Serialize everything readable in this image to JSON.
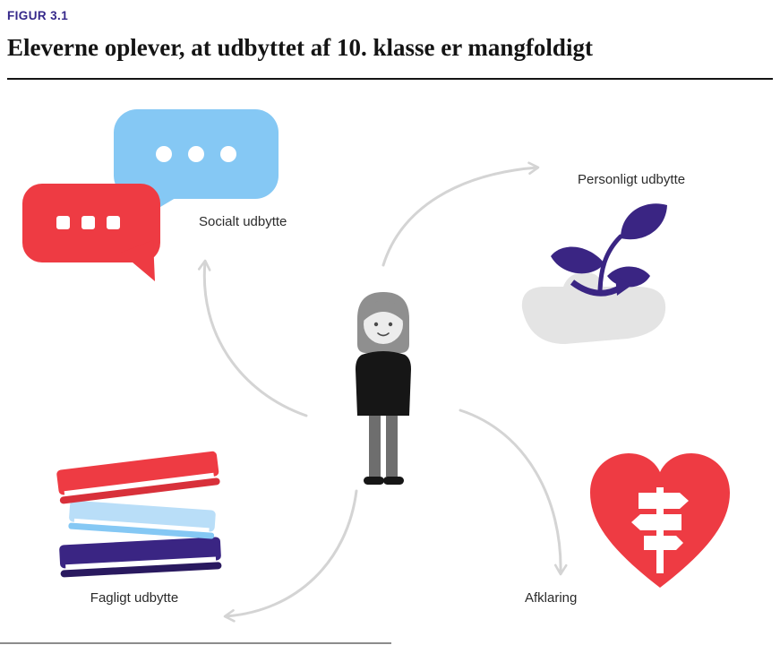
{
  "header": {
    "figure_label": "FIGUR 3.1",
    "title": "Eleverne oplever, at udbyttet af 10. klasse er mangfoldigt"
  },
  "diagram": {
    "center_icon": "person-icon",
    "nodes": {
      "social": {
        "label": "Socialt udbytte",
        "icon": "speech-bubbles-icon"
      },
      "personligt": {
        "label": "Personligt udbytte",
        "icon": "hand-holding-plant-icon"
      },
      "fagligt": {
        "label": "Fagligt udbytte",
        "icon": "book-stack-icon"
      },
      "afklaring": {
        "label": "Afklaring",
        "icon": "heart-signpost-icon"
      }
    }
  },
  "colors": {
    "accent_purple": "#35288a",
    "red": "#ee3b43",
    "red_dark": "#d8303a",
    "light_blue": "#85c8f4",
    "pale_blue": "#b9def8",
    "purple": "#3a2583",
    "purple_dark": "#29195f",
    "hand_gray": "#e4e4e4",
    "arrow_gray": "#d4d4d4",
    "hair_gray": "#8f8f8f",
    "face_gray": "#ececec",
    "pants_gray": "#6e6e6e",
    "black": "#161616",
    "white": "#ffffff"
  }
}
